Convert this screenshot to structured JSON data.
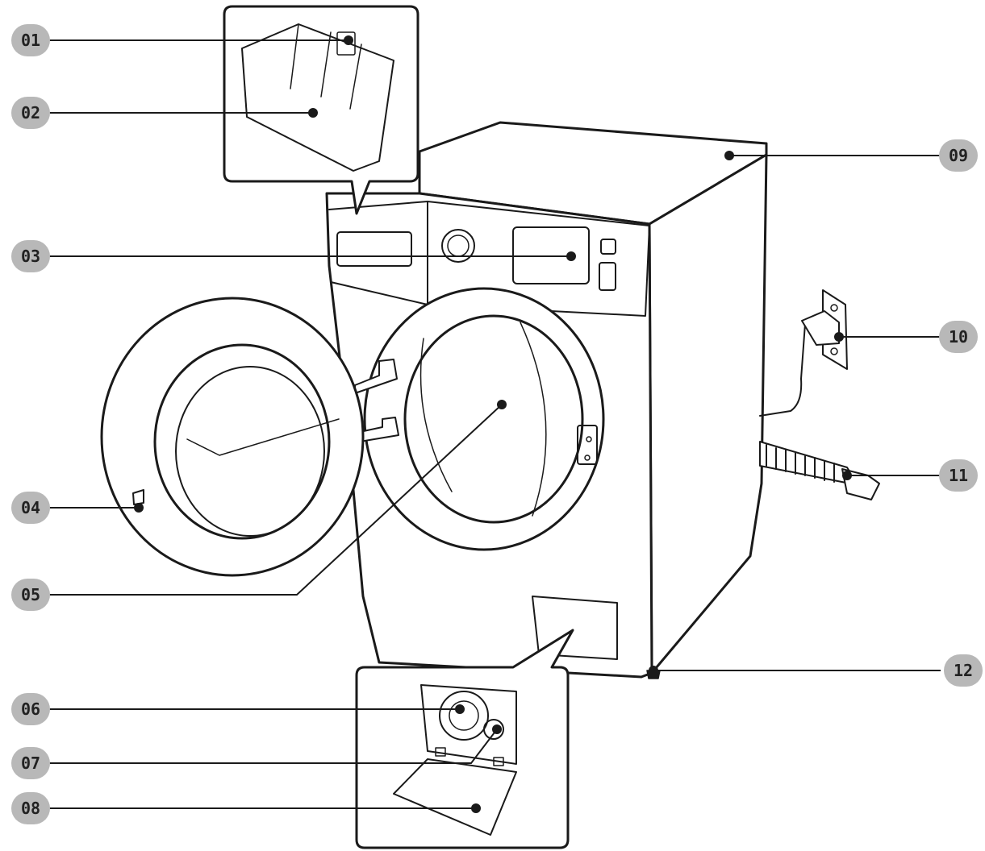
{
  "callouts": [
    {
      "id": "01"
    },
    {
      "id": "02"
    },
    {
      "id": "03"
    },
    {
      "id": "04"
    },
    {
      "id": "05"
    },
    {
      "id": "06"
    },
    {
      "id": "07"
    },
    {
      "id": "08"
    },
    {
      "id": "09"
    },
    {
      "id": "10"
    },
    {
      "id": "11"
    },
    {
      "id": "12"
    }
  ],
  "colors": {
    "line": "#1a1a1a",
    "badge": "#b8b8b8",
    "fill": "#ffffff"
  }
}
